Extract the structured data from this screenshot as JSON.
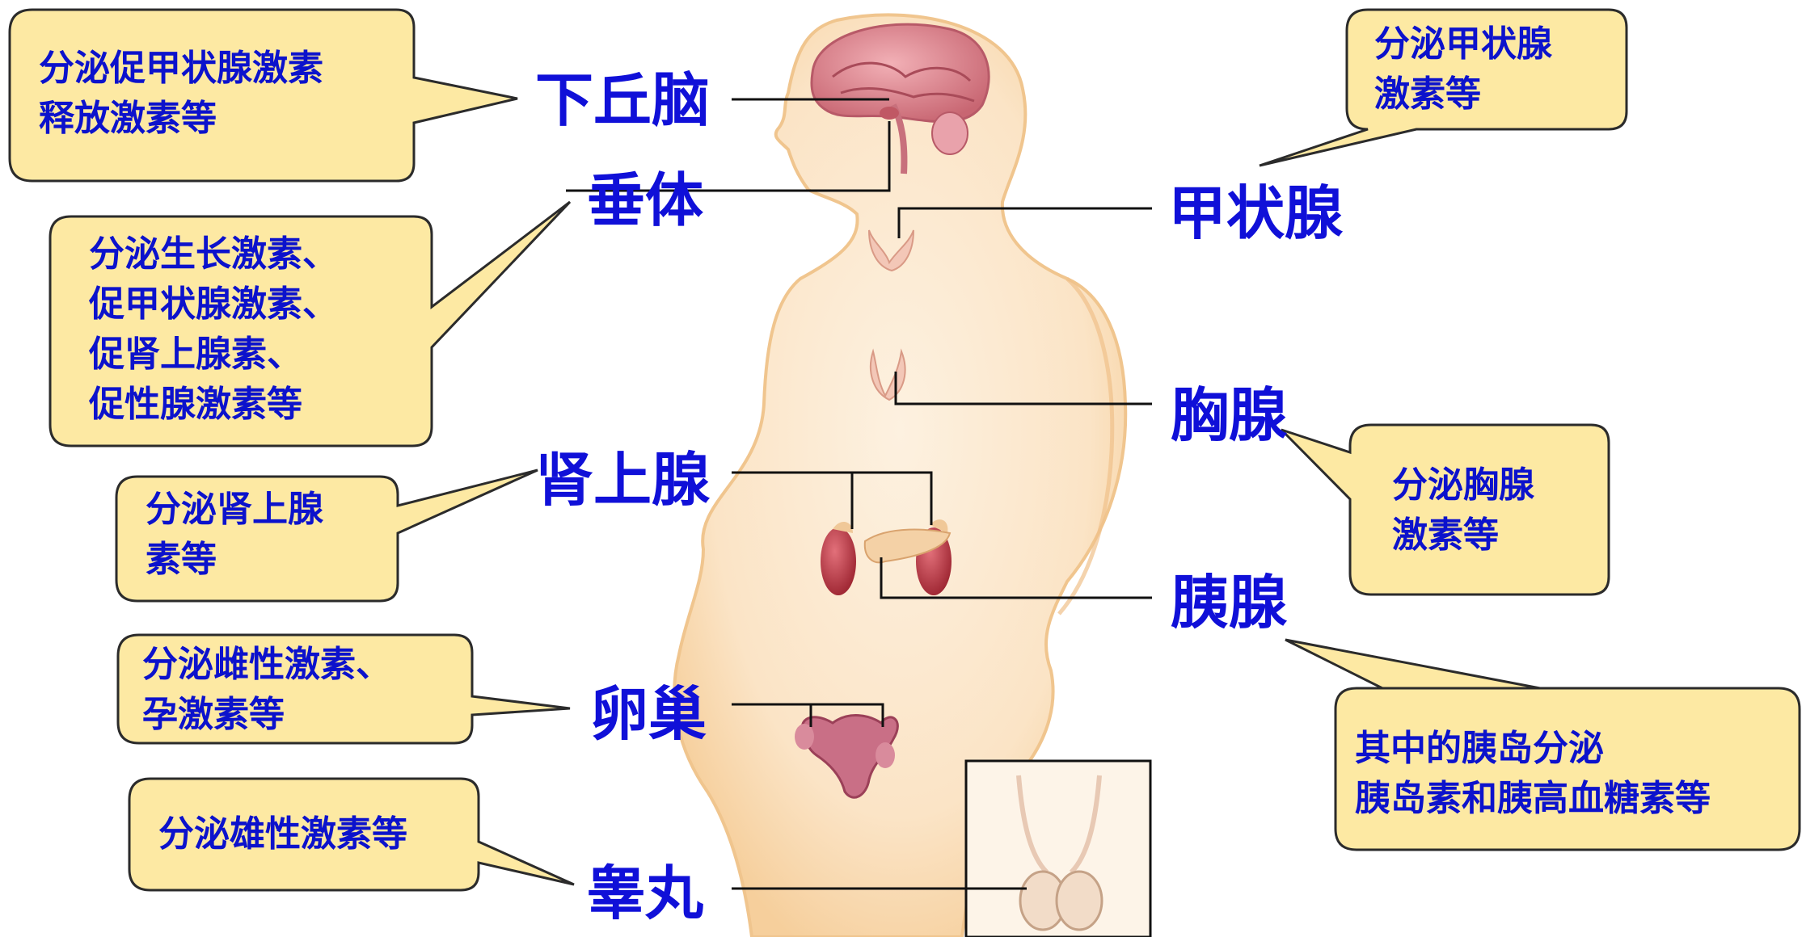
{
  "organs": {
    "hypothalamus": "下丘脑",
    "pituitary": "垂体",
    "thyroid": "甲状腺",
    "thymus": "胸腺",
    "adrenal": "肾上腺",
    "pancreas": "胰腺",
    "ovary": "卵巢",
    "testis": "睾丸"
  },
  "notes": {
    "hypothalamus": [
      "分泌促甲状腺激素",
      "释放激素等"
    ],
    "pituitary": [
      "分泌生长激素、",
      "促甲状腺激素、",
      "促肾上腺素、",
      "促性腺激素等"
    ],
    "adrenal": [
      "分泌肾上腺",
      "素等"
    ],
    "ovary": [
      "分泌雌性激素、",
      "孕激素等"
    ],
    "testis": [
      "分泌雄性激素等"
    ],
    "thyroid": [
      "分泌甲状腺",
      "激素等"
    ],
    "thymus": [
      "分泌胸腺",
      "激素等"
    ],
    "pancreas": [
      "其中的胰岛分泌",
      "胰岛素和胰高血糖素等"
    ]
  },
  "colors": {
    "label_text": "#1010d8",
    "note_text": "#0c12cc",
    "callout_fill": "#fde9a3",
    "callout_stroke": "#2b2b2b",
    "body_fill": "#fbe3c4",
    "body_outline": "#f0c58e",
    "organ_red": "#b8373f",
    "brain_pink": "#d9828c"
  }
}
